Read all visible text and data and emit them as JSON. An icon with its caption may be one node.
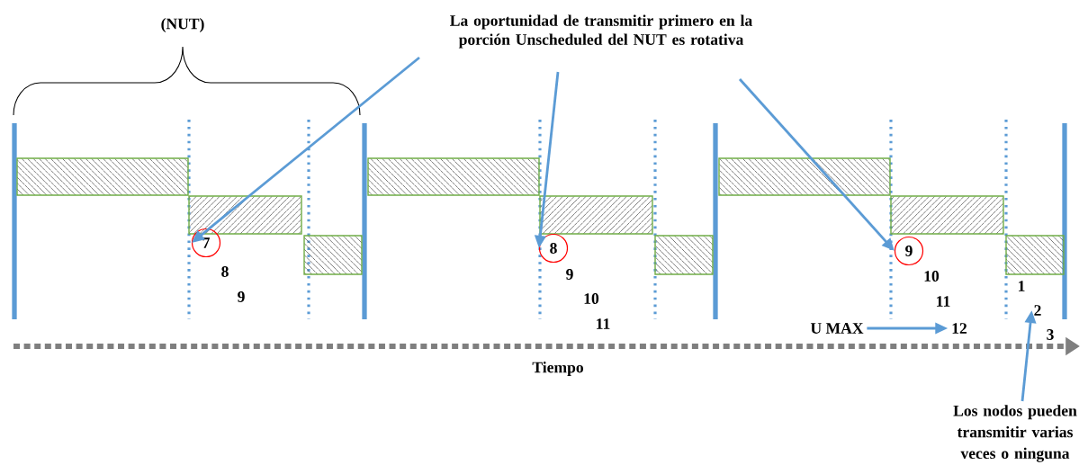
{
  "diagram": {
    "nodes": [
      {
        "text": [
          "La oportunidad de transmitir primero en la porción Unscheduled del NUT es rotativa"
        ]
      },
      {
        "text": [
          "7"
        ]
      },
      {
        "text": [
          "8"
        ]
      },
      {
        "text": [
          "9"
        ]
      },
      {
        "text": [
          "U MAX"
        ]
      },
      {
        "text": [
          "12"
        ]
      },
      {
        "text": [
          "Los nodos pueden transmitir varias veces o ninguna"
        ]
      },
      {
        "text": [
          "2"
        ]
      }
    ],
    "edges": [
      {
        "from": 0,
        "to": 1,
        "arrow": "to"
      },
      {
        "from": 0,
        "to": 2,
        "arrow": "to"
      },
      {
        "from": 0,
        "to": 3,
        "arrow": "to"
      },
      {
        "from": 4,
        "to": 5,
        "arrow": "to"
      },
      {
        "from": 6,
        "to": 7,
        "arrow": "to"
      }
    ],
    "labels": [
      "(NUT)",
      "8",
      "9",
      "9",
      "10",
      "11",
      "10",
      "11",
      "1",
      "3",
      "Tiempo"
    ]
  }
}
